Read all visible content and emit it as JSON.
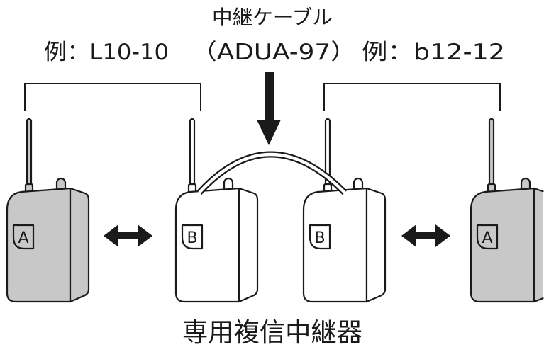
{
  "cable": {
    "title": "中継ケーブル",
    "left_pair_example": "例：L10-10",
    "model": "（ADUA-97）",
    "right_pair_example": "例：b12-12"
  },
  "devices": [
    {
      "label": "A"
    },
    {
      "label": "B"
    },
    {
      "label": "B"
    },
    {
      "label": "A"
    }
  ],
  "caption": "専用複信中継器",
  "icons": {
    "pointer": "arrow-down-icon",
    "between_devices": "double-arrow-icon"
  },
  "colors": {
    "ink": "#1a1a1a",
    "background": "#ffffff",
    "device_a": "#c8c8c8",
    "device_b": "#ffffff"
  }
}
